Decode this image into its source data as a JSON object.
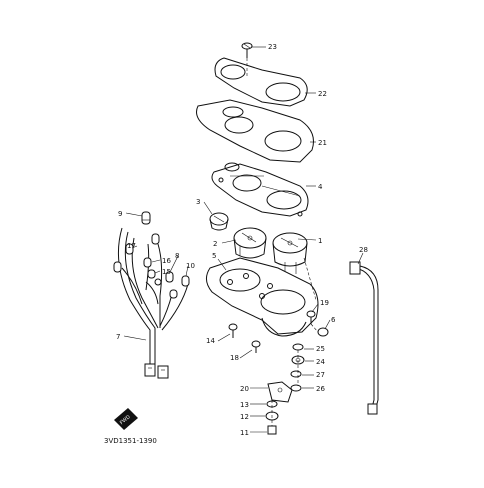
{
  "parts": [
    "23",
    "22",
    "21",
    "4",
    "3",
    "1",
    "2",
    "5",
    "28",
    "9",
    "17",
    "16",
    "15",
    "8",
    "10",
    "7",
    "19",
    "6",
    "14",
    "18",
    "25",
    "24",
    "27",
    "26",
    "20",
    "13",
    "12",
    "11"
  ],
  "fwd_label": "FWD",
  "drawing_code": "3VD1351-1390"
}
